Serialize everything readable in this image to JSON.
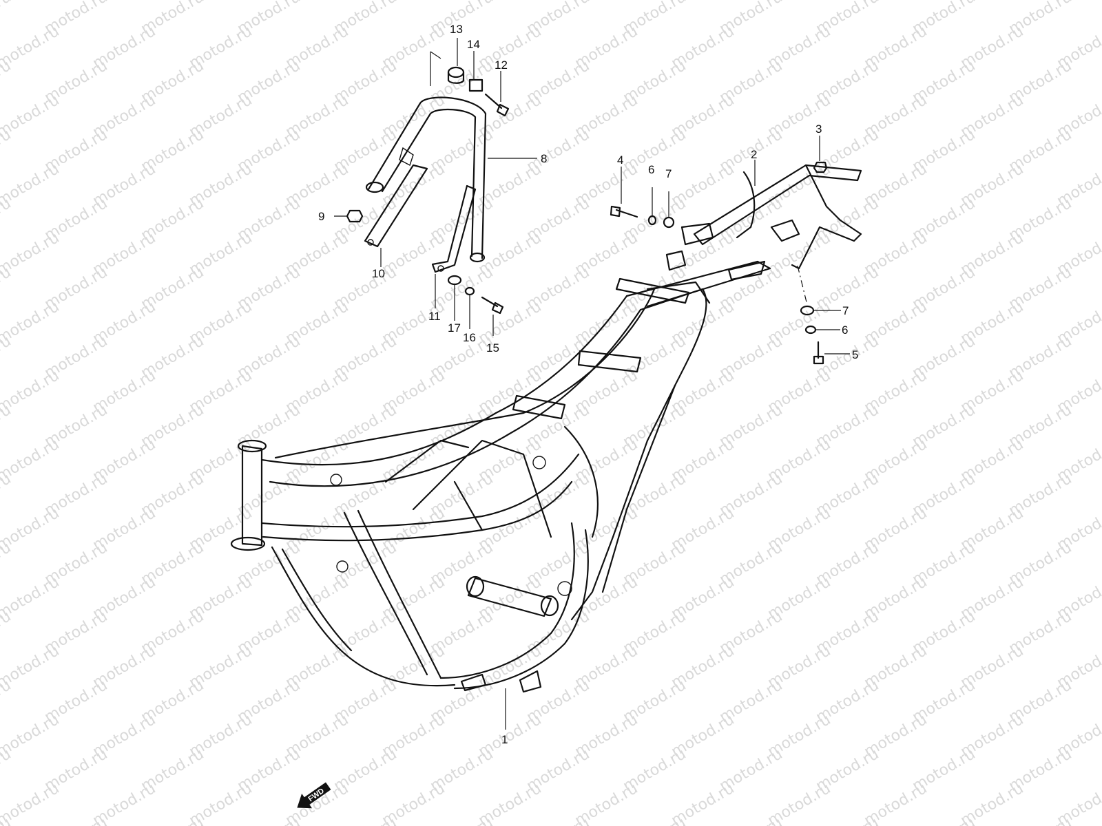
{
  "diagram": {
    "watermark": "motod.ru",
    "fwd_label": "FWD",
    "callouts": [
      {
        "id": "c1",
        "label": "1"
      },
      {
        "id": "c2",
        "label": "2"
      },
      {
        "id": "c3",
        "label": "3"
      },
      {
        "id": "c4",
        "label": "4"
      },
      {
        "id": "c5",
        "label": "5"
      },
      {
        "id": "c6a",
        "label": "6"
      },
      {
        "id": "c6b",
        "label": "6"
      },
      {
        "id": "c7a",
        "label": "7"
      },
      {
        "id": "c7b",
        "label": "7"
      },
      {
        "id": "c8",
        "label": "8"
      },
      {
        "id": "c9",
        "label": "9"
      },
      {
        "id": "c10",
        "label": "10"
      },
      {
        "id": "c11",
        "label": "11"
      },
      {
        "id": "c12",
        "label": "12"
      },
      {
        "id": "c13",
        "label": "13"
      },
      {
        "id": "c14",
        "label": "14"
      },
      {
        "id": "c15",
        "label": "15"
      },
      {
        "id": "c16",
        "label": "16"
      },
      {
        "id": "c17",
        "label": "17"
      }
    ]
  }
}
